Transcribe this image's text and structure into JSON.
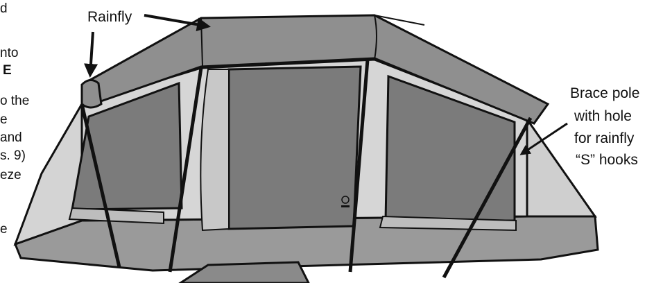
{
  "labels": {
    "rainfly": "Rainfly",
    "brace_line1": "Brace pole",
    "brace_line2": "with hole",
    "brace_line3": "for rainfly",
    "brace_line4": "“S” hooks"
  },
  "left_text_fragments": [
    "d",
    "nto",
    "E",
    "o the",
    "e",
    "and",
    "s. 9)",
    "eze",
    "e"
  ],
  "colors": {
    "rainfly": "#8f8f8f",
    "wall": "#d4d4d4",
    "window": "#7b7b7b",
    "floor": "#9a9a9a",
    "outline": "#111111"
  }
}
